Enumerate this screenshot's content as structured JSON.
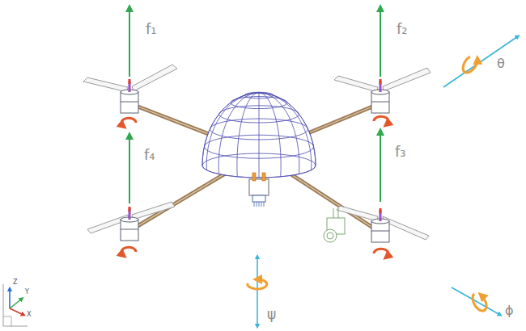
{
  "diagram": {
    "labels": [
      "f₁",
      "f₂",
      "θ",
      "f₄",
      "f₃",
      "ψ",
      "ϕ",
      "Z",
      "Y",
      "X"
    ]
  }
}
